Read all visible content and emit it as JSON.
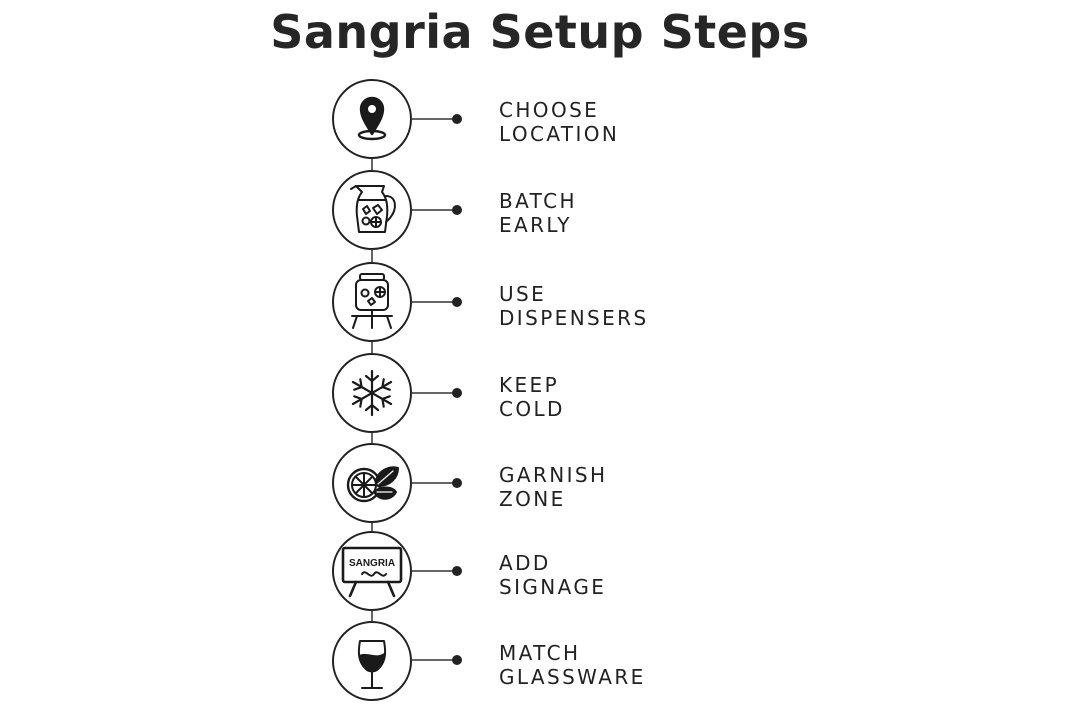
{
  "title": "Sangria Setup Steps",
  "steps": [
    {
      "icon": "location-pin-icon",
      "lines": [
        "CHOOSE",
        "LOCATION"
      ]
    },
    {
      "icon": "pitcher-icon",
      "lines": [
        "BATCH",
        "EARLY"
      ]
    },
    {
      "icon": "drink-dispenser-icon",
      "lines": [
        "USE",
        "DISPENSERS"
      ]
    },
    {
      "icon": "snowflake-icon",
      "lines": [
        "KEEP",
        "COLD"
      ]
    },
    {
      "icon": "citrus-mint-icon",
      "lines": [
        "GARNISH",
        "ZONE"
      ]
    },
    {
      "icon": "signage-easel-icon",
      "lines": [
        "ADD",
        "SIGNAGE"
      ],
      "sign_text": "SANGRIA"
    },
    {
      "icon": "wine-glass-icon",
      "lines": [
        "MATCH",
        "GLASSWARE"
      ]
    }
  ]
}
